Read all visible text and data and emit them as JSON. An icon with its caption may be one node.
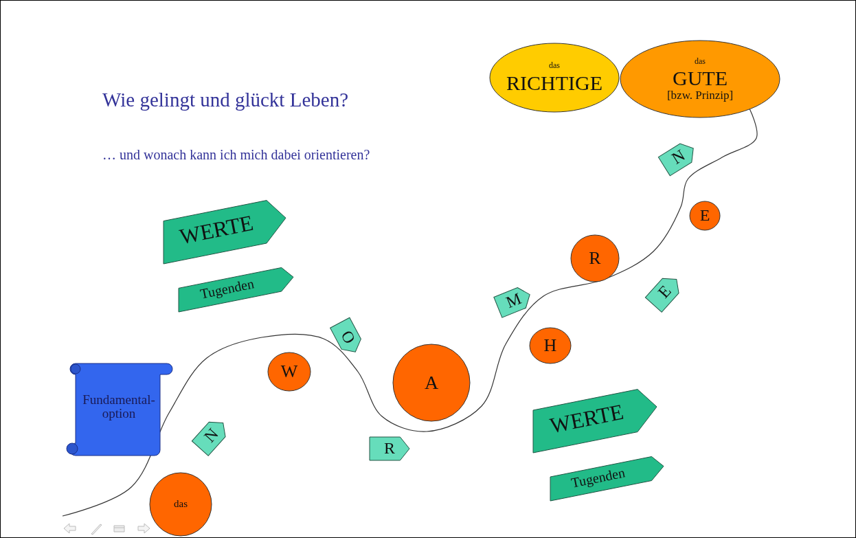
{
  "diagram": {
    "title": "Wie gelingt und glückt Leben?",
    "nodes": [
      {
        "text": [
          "das",
          "RICHTIGE"
        ]
      },
      {
        "text": [
          "das",
          "GUTE",
          "[bzw. Prinzip]"
        ]
      },
      {
        "text": [
          "N"
        ]
      },
      {
        "text": [
          "E"
        ]
      },
      {
        "text": [
          "WERTE"
        ]
      },
      {
        "text": [
          "Tugenden"
        ]
      },
      {
        "text": [
          "R"
        ]
      },
      {
        "text": [
          "M"
        ]
      },
      {
        "text": [
          "E"
        ]
      },
      {
        "text": [
          "O"
        ]
      },
      {
        "text": [
          "H"
        ]
      },
      {
        "text": [
          "Fundamental-option"
        ]
      },
      {
        "text": [
          "W"
        ]
      },
      {
        "text": [
          "A"
        ]
      },
      {
        "text": [
          "WERTE"
        ]
      },
      {
        "text": [
          "N"
        ]
      },
      {
        "text": [
          "R"
        ]
      },
      {
        "text": [
          "Tugenden"
        ]
      },
      {
        "text": [
          "das"
        ]
      }
    ],
    "edges": [
      {
        "from": null,
        "to": 1,
        "arrow": "none"
      }
    ],
    "labels": [
      "… und wonach kann ich mich dabei orientieren?"
    ]
  }
}
